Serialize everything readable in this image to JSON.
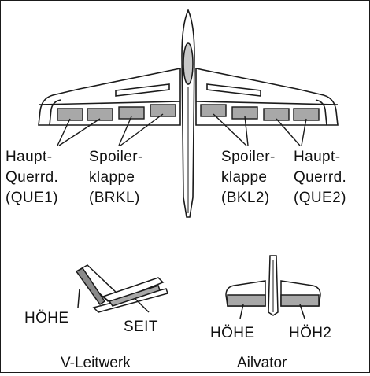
{
  "labels": {
    "left_aileron": [
      "Haupt-",
      "Querrd.",
      "(QUE1)"
    ],
    "left_spoiler": [
      "Spoiler-",
      "klappe",
      "(BRKL)"
    ],
    "right_spoiler": [
      "Spoiler-",
      "klappe",
      "(BKL2)"
    ],
    "right_aileron": [
      "Haupt-",
      "Querrd.",
      "(QUE2)"
    ],
    "vtail_elevator": "HÖHE",
    "vtail_rudder": "SEIT",
    "ail_elevator_left": "HÖHE",
    "ail_elevator_right": "HÖH2"
  },
  "captions": {
    "vtail": "V-Leitwerk",
    "ailvator": "Ailvator"
  },
  "colors": {
    "line": "#1a1a1a",
    "surface_fill": "#a8a8a8",
    "surface_dark": "#8a8a8a",
    "canopy": "#c8c8c8"
  }
}
